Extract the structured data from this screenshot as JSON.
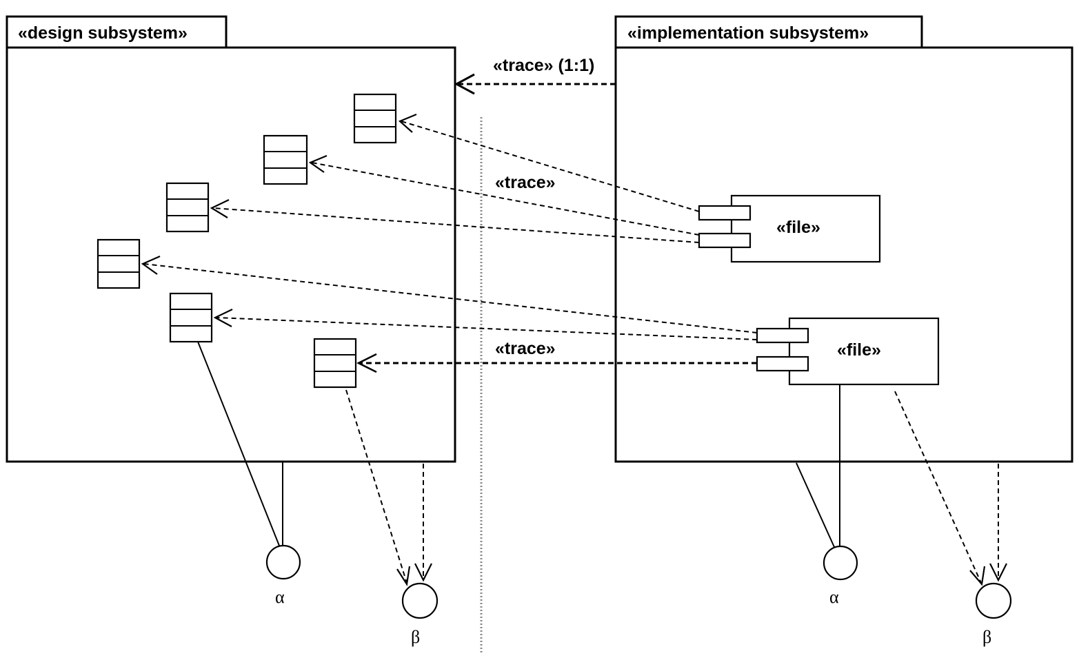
{
  "design_subsystem": {
    "title": "«design subsystem»",
    "interface_alpha": "α",
    "interface_beta": "β"
  },
  "implementation_subsystem": {
    "title": "«implementation subsystem»",
    "interface_alpha": "α",
    "interface_beta": "β"
  },
  "traces": {
    "subsystem_trace": "«trace» (1:1)",
    "upper_trace": "«trace»",
    "lower_trace": "«trace»"
  },
  "files": {
    "file1": "«file»",
    "file2": "«file»"
  }
}
